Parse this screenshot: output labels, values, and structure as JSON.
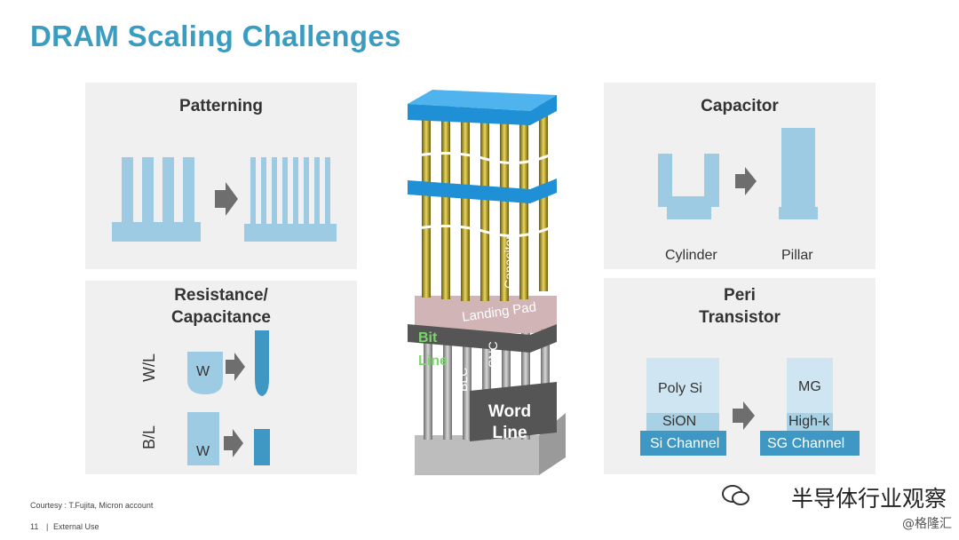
{
  "title": "DRAM Scaling Challenges",
  "panels": {
    "patterning": {
      "title": "Patterning"
    },
    "rc": {
      "title_line1": "Resistance/",
      "title_line2": "Capacitance",
      "wl": "W/L",
      "bl": "B/L",
      "w": "W"
    },
    "capacitor": {
      "title": "Capacitor",
      "cylinder": "Cylinder",
      "pillar": "Pillar"
    },
    "peri": {
      "title_line1": "Peri",
      "title_line2": "Transistor",
      "poly_si": "Poly Si",
      "sion": "SiON",
      "si_channel": "Si Channel",
      "mg": "MG",
      "high_k": "High-k",
      "sg_channel": "SG Channel"
    }
  },
  "center": {
    "capacitor": "Capacitor",
    "landing_pad": "Landing Pad",
    "bit_line": "Bit Line",
    "blc": "BLC",
    "snc": "SNC",
    "word_line": "Word Line"
  },
  "footer": {
    "courtesy": "Courtesy : T.Fujita, Micron account",
    "page": "11",
    "class": "External Use"
  },
  "watermark": {
    "main": "半导体行业观察",
    "sub": "@格隆汇"
  },
  "colors": {
    "title": "#3a9cc0",
    "light_blue": "#9ccbe3",
    "mid_blue": "#3f97c4",
    "arrow": "#6e6e6e"
  },
  "icons": {
    "watermark": "wechat-icon"
  }
}
